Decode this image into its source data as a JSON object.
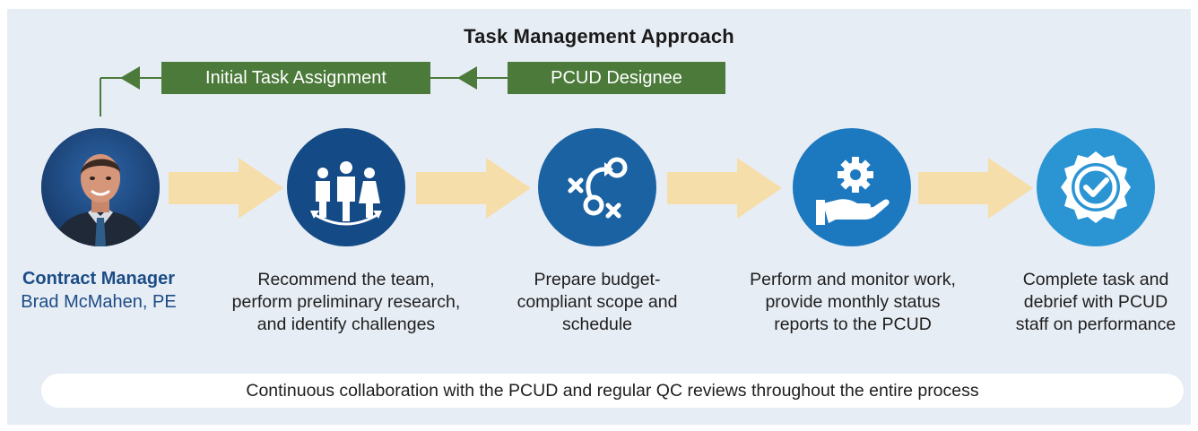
{
  "title": "Task Management Approach",
  "tags": {
    "initial": "Initial Task Assignment",
    "designee": "PCUD Designee"
  },
  "contract_manager": {
    "role": "Contract Manager",
    "name": "Brad McMahen, PE"
  },
  "steps": [
    {
      "icon": "team-icon",
      "lines": [
        "Recommend the team,",
        "perform preliminary research,",
        "and identify challenges"
      ]
    },
    {
      "icon": "strategy-plan-icon",
      "lines": [
        "Prepare budget-",
        "compliant scope and",
        "schedule"
      ]
    },
    {
      "icon": "hand-gear-icon",
      "lines": [
        "Perform and monitor work,",
        "provide monthly status",
        "reports to the PCUD"
      ]
    },
    {
      "icon": "badge-check-icon",
      "lines": [
        "Complete task and",
        "debrief with PCUD",
        "staff on performance"
      ]
    }
  ],
  "footer": "Continuous collaboration with the PCUD and regular QC reviews throughout the entire process",
  "colors": {
    "panel": "#e7edf5",
    "green": "#4b7a3a",
    "navy": "#1c4c86",
    "arrow": "#f6deab",
    "circle_1": "#144a85",
    "circle_2": "#1b62a2",
    "circle_3": "#1d79bf",
    "circle_4": "#2b95d4"
  }
}
